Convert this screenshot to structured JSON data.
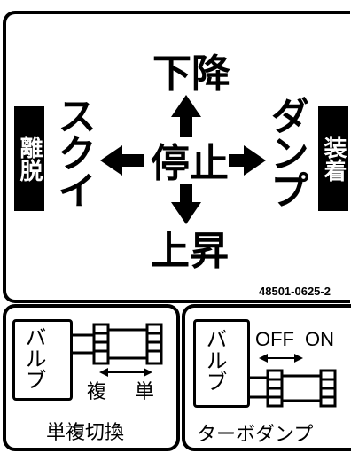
{
  "main": {
    "up_label": "下降",
    "center_label": "停止",
    "down_label": "上昇",
    "left_label": "スクイ",
    "right_label": "ダンプ",
    "left_badge": "離脱",
    "right_badge": "装着",
    "part_number": "48501-0625-2"
  },
  "left_panel": {
    "valve_text": "バルブ",
    "mode_multi": "複",
    "mode_single": "単",
    "caption": "単複切換"
  },
  "right_panel": {
    "valve_text": "バルブ",
    "off_label": "OFF",
    "on_label": "ON",
    "caption": "ターボダンプ"
  }
}
